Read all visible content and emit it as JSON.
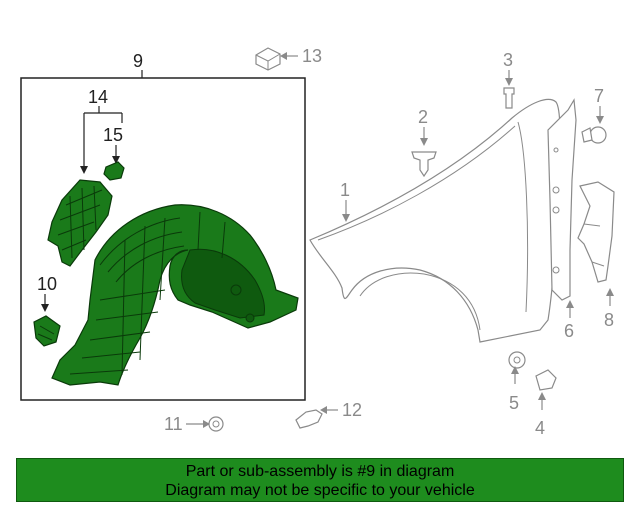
{
  "callouts": {
    "c1": "1",
    "c2": "2",
    "c3": "3",
    "c4": "4",
    "c5": "5",
    "c6": "6",
    "c7": "7",
    "c8": "8",
    "c9": "9",
    "c10": "10",
    "c11": "11",
    "c12": "12",
    "c13": "13",
    "c14": "14",
    "c15": "15"
  },
  "highlight_color": "#1e8c1e",
  "banner": {
    "line1": "Part or sub-assembly is #9 in diagram",
    "line2": "Diagram may not be specific to your vehicle"
  }
}
